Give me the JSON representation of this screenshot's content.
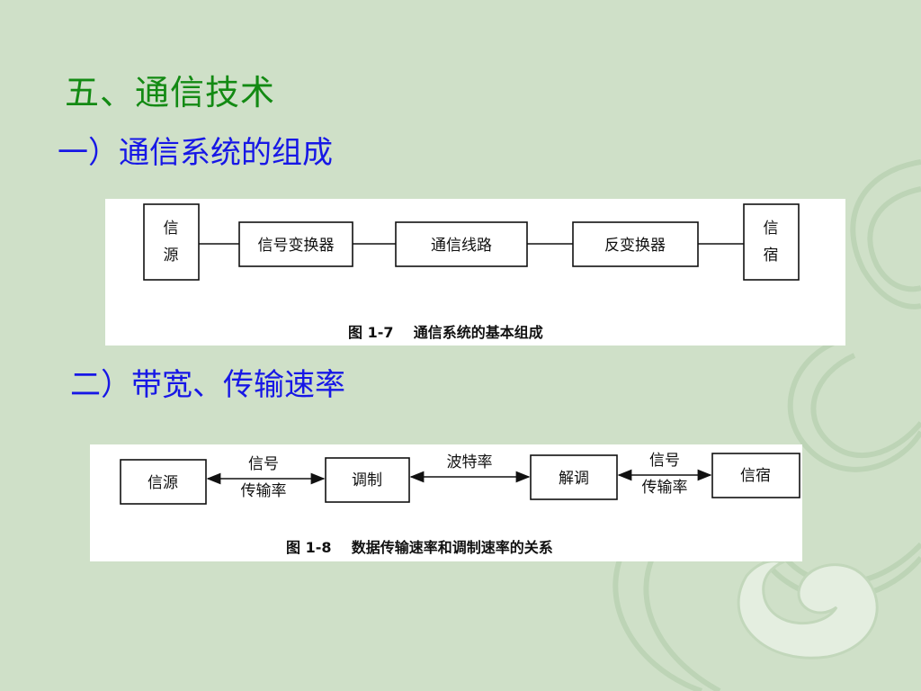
{
  "slide": {
    "title": "五、通信技术",
    "section1": "一）通信系统的组成",
    "section2": "二）带宽、传输速率",
    "colors": {
      "title": "#138a13",
      "subtitle": "#1717e6",
      "background": "#cfe0c8"
    }
  },
  "figure1": {
    "boxes": {
      "source_line1": "信",
      "source_line2": "源",
      "converter": "信号变换器",
      "channel": "通信线路",
      "inverse_converter": "反变换器",
      "sink_line1": "信",
      "sink_line2": "宿"
    },
    "caption": "图 1-7    通信系统的基本组成"
  },
  "figure2": {
    "boxes": {
      "source": "信源",
      "modulate": "调制",
      "demodulate": "解调",
      "sink": "信宿"
    },
    "links": {
      "left_line1": "信号",
      "left_line2": "传输率",
      "middle": "波特率",
      "right_line1": "信号",
      "right_line2": "传输率"
    },
    "caption": "图 1-8    数据传输速率和调制速率的关系"
  }
}
